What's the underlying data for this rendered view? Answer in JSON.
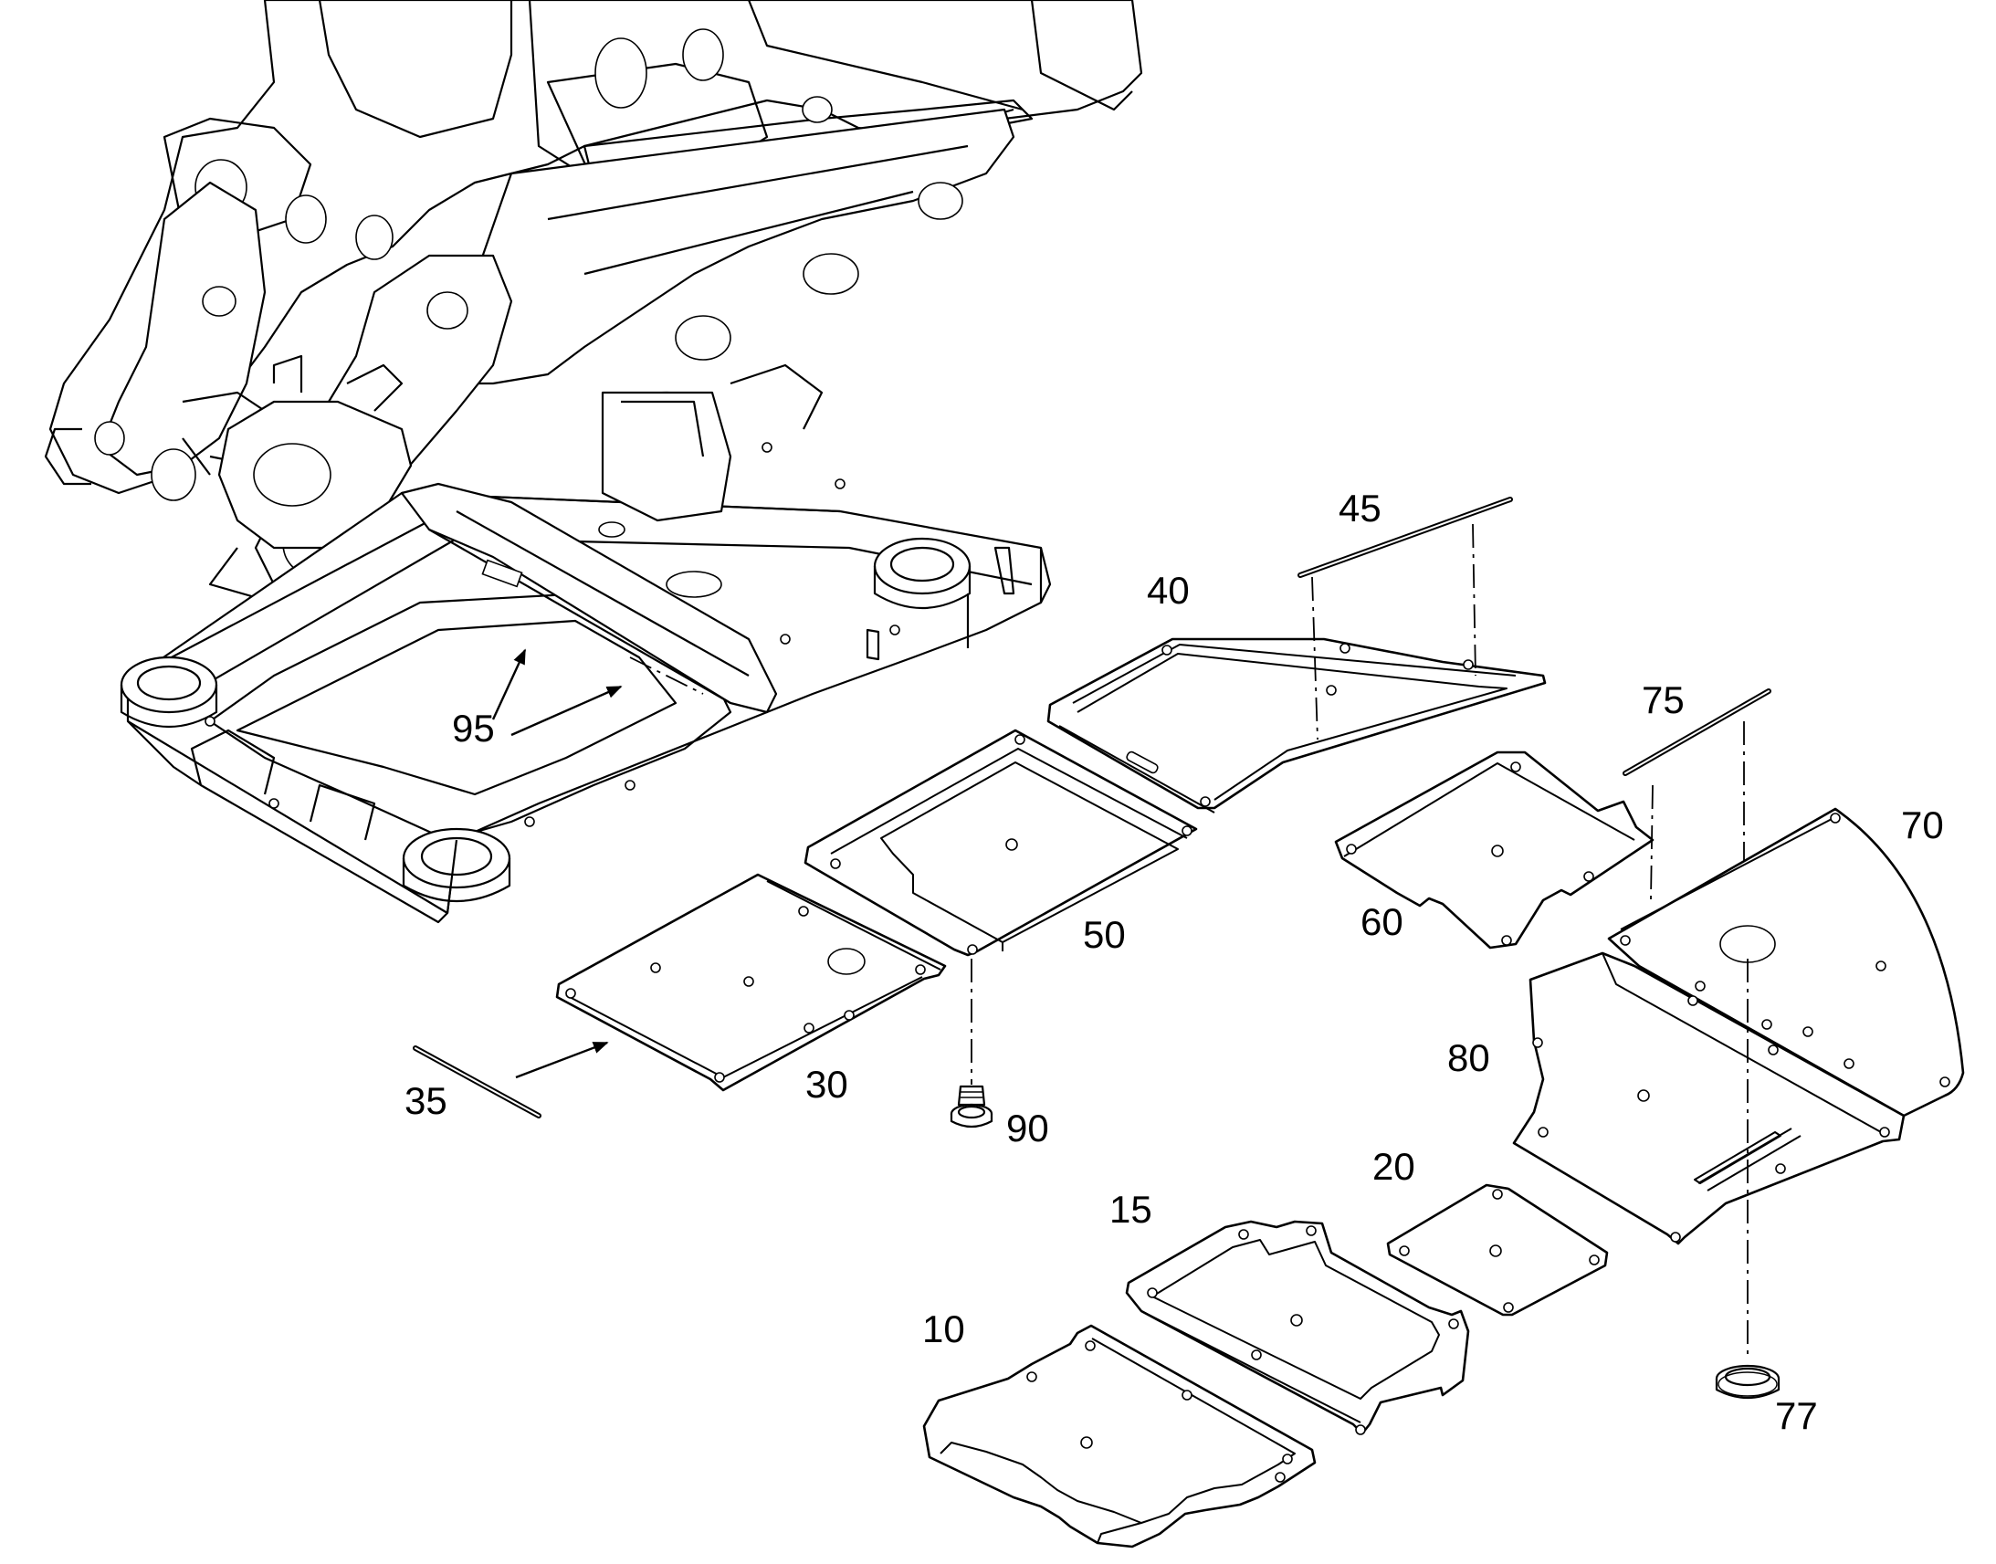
{
  "callouts": {
    "c10": "10",
    "c15": "15",
    "c20": "20",
    "c30": "30",
    "c35": "35",
    "c40": "40",
    "c45": "45",
    "c50": "50",
    "c60": "60",
    "c70": "70",
    "c75": "75",
    "c77": "77",
    "c80": "80",
    "c90": "90",
    "c95": "95"
  },
  "colors": {
    "line": "#000000",
    "background": "#ffffff"
  }
}
